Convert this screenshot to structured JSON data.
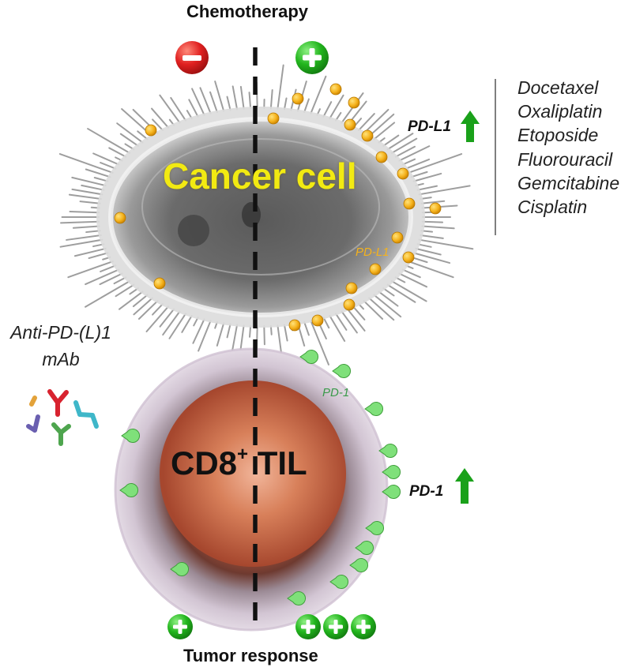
{
  "header": {
    "title": "Chemotherapy"
  },
  "footer": {
    "title": "Tumor response"
  },
  "cancer_cell": {
    "label": "Cancer cell",
    "pdl1_tag": "PD-L1"
  },
  "til": {
    "label_main": "CD8",
    "label_sup": "+",
    "label_tail": " TIL",
    "pd1_tag": "PD-1"
  },
  "markers": {
    "pdl1": "PD-L1",
    "pd1": "PD-1"
  },
  "drugs": [
    "Docetaxel",
    "Oxaliplatin",
    "Etoposide",
    "Fluorouracil",
    "Gemcitabine",
    "Cisplatin"
  ],
  "antibody": {
    "line1": "Anti-PD-(L)1",
    "line2": "mAb"
  },
  "colors": {
    "minus_badge": "#e02020",
    "plus_badge": "#22b51d",
    "arrow_up": "#1aa11a",
    "pdl1_dot": "#f5b21c",
    "pd1_receptor": "#7fe07a",
    "cancer_label": "#f2ea12"
  },
  "icons": {
    "minus": "minus-circle-icon",
    "plus": "plus-circle-icon",
    "arrow": "arrow-up-icon",
    "antibody": "antibody-y-icon"
  },
  "tumor_response": {
    "left_plus_count": 1,
    "right_plus_count": 3
  }
}
